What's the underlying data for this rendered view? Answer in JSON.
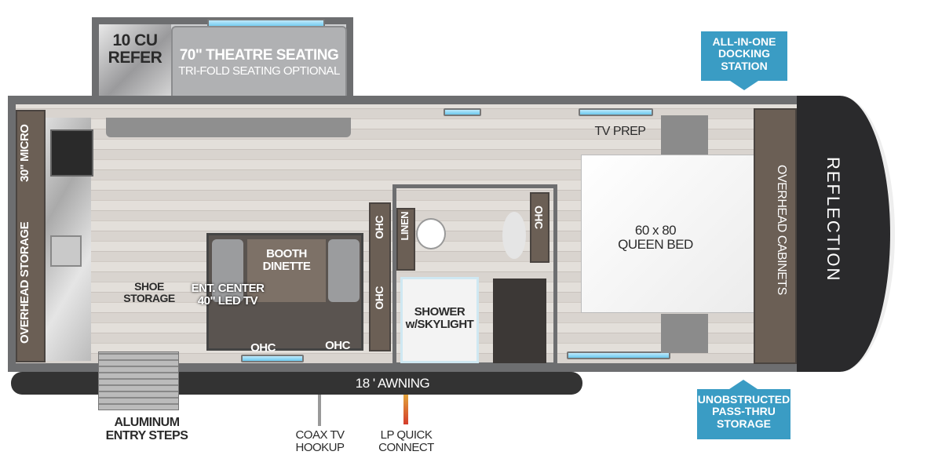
{
  "slideout": {
    "refer": "10 CU\nREFER",
    "seating": "70\" THEATRE SEATING",
    "seating_option": "TRI-FOLD SEATING OPTIONAL"
  },
  "kitchen": {
    "micro": "30\" MICRO",
    "overhead": "OVERHEAD STORAGE"
  },
  "living": {
    "shoe": "SHOE\nSTORAGE",
    "ent": "ENT. CENTER\n40\" LED TV",
    "dinette": "BOOTH\nDINETTE",
    "ohc1": "OHC",
    "ohc2": "OHC",
    "ohc3": "OHC",
    "ohc4": "OHC"
  },
  "bath": {
    "linen": "LINEN",
    "ohc": "OHC",
    "shower": "SHOWER\nw/SKYLIGHT"
  },
  "bedroom": {
    "tv": "TV PREP",
    "bed": "60 x 80\nQUEEN BED",
    "cabinets": "OVERHEAD CABINETS"
  },
  "brand": "REFLECTION",
  "awning": "18 ' AWNING",
  "exterior": {
    "steps": "ALUMINUM\nENTRY STEPS",
    "coax": "COAX TV\nHOOKUP",
    "lp": "LP QUICK\nCONNECT"
  },
  "callouts": {
    "docking": "ALL-IN-ONE\nDOCKING\nSTATION",
    "passthru": "UNOBSTRUCTED\nPASS-THRU\nSTORAGE"
  },
  "colors": {
    "accent": "#3a9cc4",
    "wall": "#6d6e70",
    "cap": "#2a2a2c"
  }
}
